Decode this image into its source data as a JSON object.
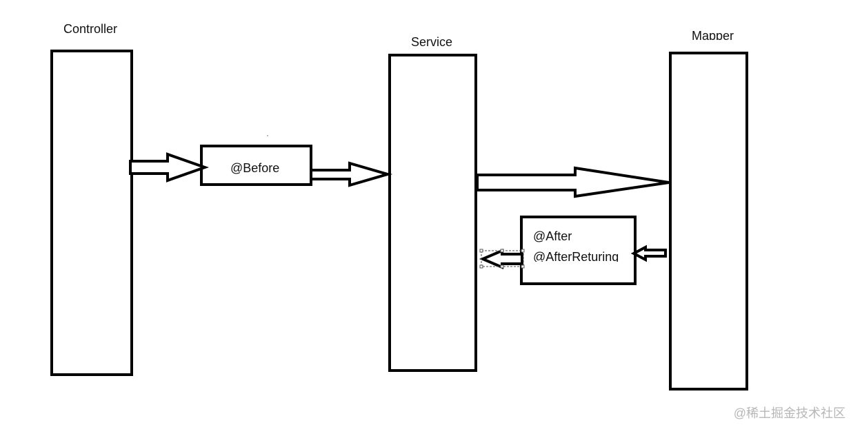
{
  "diagram": {
    "nodes": {
      "controller": {
        "label": "Controller"
      },
      "service": {
        "label": "Service"
      },
      "mapper": {
        "label": "Mapper"
      }
    },
    "advice": {
      "before": {
        "label": "@Before"
      },
      "after": {
        "label": "@After"
      },
      "after_returning": {
        "label": "@AfterReturing"
      }
    },
    "edges": [
      {
        "from": "controller",
        "to": "before"
      },
      {
        "from": "before",
        "to": "service"
      },
      {
        "from": "service",
        "to": "mapper"
      },
      {
        "from": "mapper",
        "to": "after"
      },
      {
        "from": "after",
        "to": "service"
      }
    ]
  },
  "watermark": "@稀土掘金技术社区"
}
